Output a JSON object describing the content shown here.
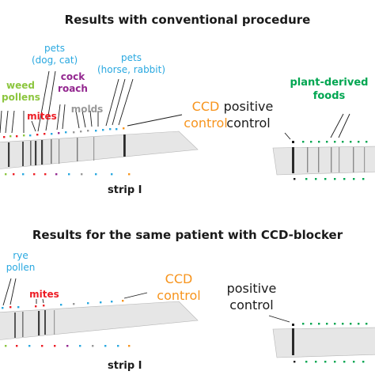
{
  "top": {
    "title": "Results with conventional procedure",
    "labels": {
      "pets_dog_cat_1": "pets",
      "pets_dog_cat_2": "(dog, cat)",
      "pets_horse_rabbit_1": "pets",
      "pets_horse_rabbit_2": "(horse, rabbit)",
      "weed_1": "weed",
      "weed_2": "pollens",
      "cock_1": "cock",
      "cock_2": "roach",
      "mites": "mites",
      "molds": "molds",
      "ccd_1": "CCD",
      "ccd_2": "control",
      "positive_1": "positive",
      "positive_2": "control",
      "plant_1": "plant-derived",
      "plant_2": "foods"
    },
    "strip_label": "strip I"
  },
  "bottom": {
    "title": "Results for the same patient with CCD-blocker",
    "labels": {
      "rye_1": "rye",
      "rye_2": "pollen",
      "mites": "mites",
      "ccd_1": "CCD",
      "ccd_2": "control",
      "positive_1": "positive",
      "positive_2": "control"
    },
    "strip_label": "strip I"
  },
  "colors": {
    "pets": "#29a8e0",
    "weed": "#8cc63f",
    "cockroach": "#93278f",
    "mites": "#ed1c24",
    "molds": "#999999",
    "ccd": "#f7941d",
    "plant": "#00a651",
    "positive": "#1a1a1a",
    "rye": "#29a8e0",
    "strip": "#e4e4e4",
    "band": "#3a3a3a"
  }
}
